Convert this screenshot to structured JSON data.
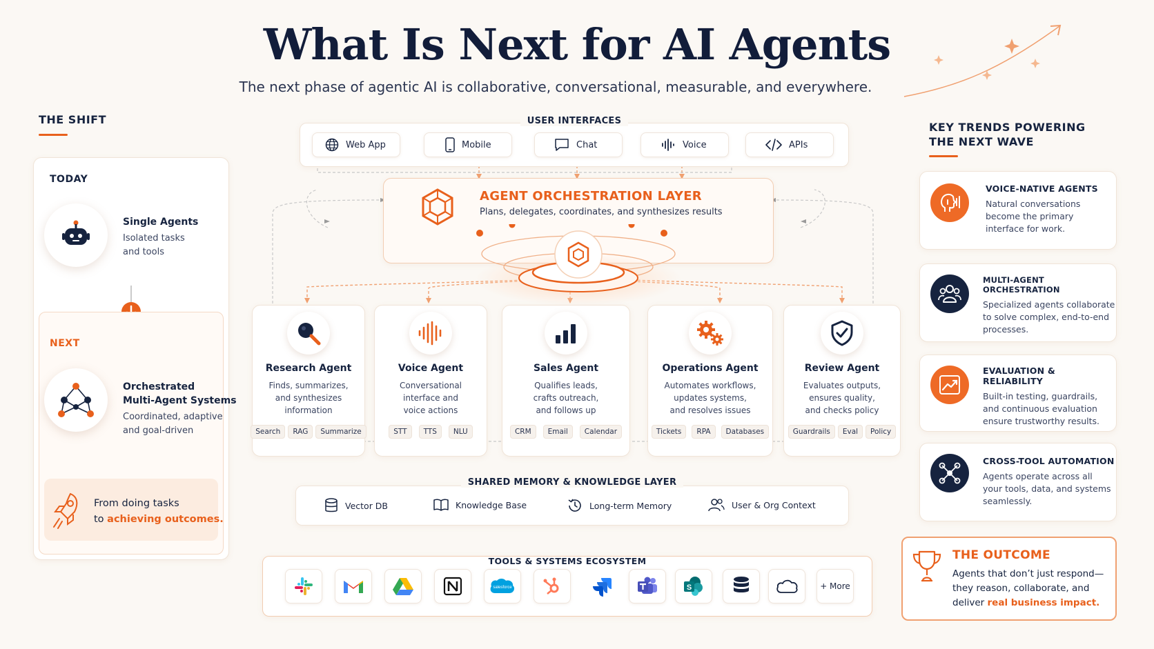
{
  "header": {
    "title": "What Is Next for AI Agents",
    "subtitle": "The next phase of agentic AI is collaborative, conversational, measurable, and everywhere."
  },
  "shift": {
    "heading": "THE SHIFT",
    "today_label": "TODAY",
    "today_title": "Single Agents",
    "today_desc_1": "Isolated tasks",
    "today_desc_2": "and tools",
    "next_label": "NEXT",
    "next_title_1": "Orchestrated",
    "next_title_2": "Multi-Agent Systems",
    "next_desc_1": "Coordinated, adaptive",
    "next_desc_2": "and goal-driven",
    "outcome_1": "From doing tasks",
    "outcome_2a": "to ",
    "outcome_2b": "achieving outcomes."
  },
  "interfaces": {
    "heading": "USER INTERFACES",
    "items": [
      {
        "label": "Web App",
        "icon": "globe-icon"
      },
      {
        "label": "Mobile",
        "icon": "phone-icon"
      },
      {
        "label": "Chat",
        "icon": "chat-icon"
      },
      {
        "label": "Voice",
        "icon": "waveform-icon"
      },
      {
        "label": "APIs",
        "icon": "code-icon"
      }
    ]
  },
  "orchestration": {
    "title": "AGENT ORCHESTRATION LAYER",
    "desc": "Plans, delegates, coordinates, and synthesizes results"
  },
  "agents": [
    {
      "name": "Research Agent",
      "desc": [
        "Finds, summarizes,",
        "and synthesizes",
        "information"
      ],
      "tags": [
        "Search",
        "RAG",
        "Summarize"
      ],
      "icon": "magnifier-icon"
    },
    {
      "name": "Voice Agent",
      "desc": [
        "Conversational",
        "interface and",
        "voice actions"
      ],
      "tags": [
        "STT",
        "TTS",
        "NLU"
      ],
      "icon": "waveform-icon"
    },
    {
      "name": "Sales Agent",
      "desc": [
        "Qualifies leads,",
        "crafts outreach,",
        "and follows up"
      ],
      "tags": [
        "CRM",
        "Email",
        "Calendar"
      ],
      "icon": "bar-chart-icon"
    },
    {
      "name": "Operations Agent",
      "desc": [
        "Automates workflows,",
        "updates systems,",
        "and resolves issues"
      ],
      "tags": [
        "Tickets",
        "RPA",
        "Databases"
      ],
      "icon": "gears-icon"
    },
    {
      "name": "Review Agent",
      "desc": [
        "Evaluates outputs,",
        "ensures quality,",
        "and checks policy"
      ],
      "tags": [
        "Guardrails",
        "Eval",
        "Policy"
      ],
      "icon": "shield-check-icon"
    }
  ],
  "memory": {
    "heading": "SHARED MEMORY & KNOWLEDGE LAYER",
    "items": [
      {
        "label": "Vector DB",
        "icon": "database-icon"
      },
      {
        "label": "Knowledge Base",
        "icon": "book-icon"
      },
      {
        "label": "Long-term Memory",
        "icon": "history-icon"
      },
      {
        "label": "User & Org Context",
        "icon": "users-icon"
      }
    ]
  },
  "tools": {
    "heading": "TOOLS & SYSTEMS ECOSYSTEM",
    "more_label": "+ More",
    "salesforce_label": "salesforce"
  },
  "trends": {
    "heading_1": "KEY TRENDS POWERING",
    "heading_2": "THE NEXT WAVE",
    "items": [
      {
        "title": "VOICE-NATIVE AGENTS",
        "desc": [
          "Natural conversations",
          "become the primary",
          "interface for work."
        ],
        "icon": "voice-head-icon"
      },
      {
        "title": "MULTI-AGENT ORCHESTRATION",
        "desc": [
          "Specialized agents collaborate",
          "to solve complex, end-to-end",
          "processes."
        ],
        "icon": "team-icon"
      },
      {
        "title": "EVALUATION & RELIABILITY",
        "desc": [
          "Built-in testing, guardrails,",
          "and continuous evaluation",
          "ensure trustworthy results."
        ],
        "icon": "trend-chart-icon"
      },
      {
        "title": "CROSS-TOOL AUTOMATION",
        "desc": [
          "Agents operate across all",
          "your tools, data, and systems",
          "seamlessly."
        ],
        "icon": "network-icon"
      }
    ]
  },
  "outcome": {
    "title": "THE OUTCOME",
    "line_1": "Agents that don’t just respond—",
    "line_2": "they reason, collaborate, and",
    "line_3a": "deliver ",
    "line_3b": "real business impact."
  },
  "colors": {
    "accent": "#e8601c",
    "navy": "#16233f",
    "background": "#fbf8f4"
  }
}
